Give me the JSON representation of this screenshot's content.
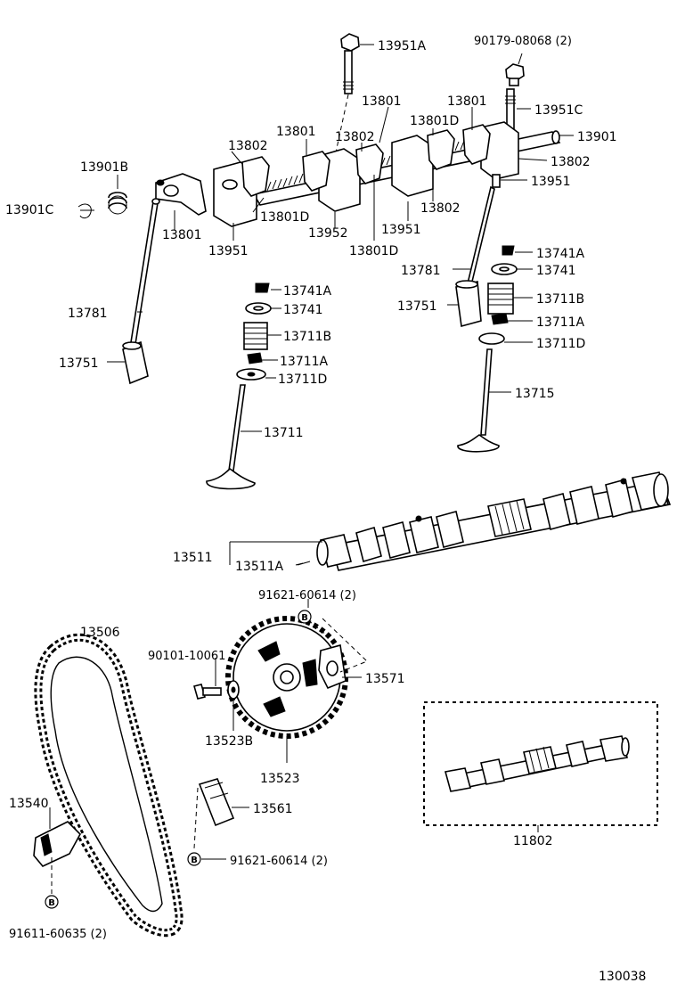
{
  "labels": {
    "l13951A": "13951A",
    "l90179": "90179-08068 (2)",
    "l13951C": "13951C",
    "l13901": "13901",
    "l13802_r": "13802",
    "l13951_r": "13951",
    "l13801_a": "13801",
    "l13801_b": "13801",
    "l13801_c": "13801",
    "l13801D_t": "13801D",
    "l13802_a": "13802",
    "l13802_b": "13802",
    "l13802_c": "13802",
    "l13901B": "13901B",
    "l13901C": "13901C",
    "l13801_left": "13801",
    "l13951_left": "13951",
    "l13801D_a": "13801D",
    "l13952": "13952",
    "l13951_mid": "13951",
    "l13801D_b": "13801D",
    "l13741A_r": "13741A",
    "l13741_r": "13741",
    "l13781_r": "13781",
    "l13711B_r": "13711B",
    "l13751_r": "13751",
    "l13711A_r": "13711A",
    "l13711D_r": "13711D",
    "l13715": "13715",
    "l13741A_l": "13741A",
    "l13741_l": "13741",
    "l13781_l": "13781",
    "l13711B_l": "13711B",
    "l13751_l": "13751",
    "l13711A_l": "13711A",
    "l13711D_l": "13711D",
    "l13711": "13711",
    "l13511": "13511",
    "l13511A": "13511A",
    "l91621_a": "91621-60614 (2)",
    "l13506": "13506",
    "l90101": "90101-10061",
    "l13571": "13571",
    "l13523B": "13523B",
    "l13523": "13523",
    "l13540": "13540",
    "l13561": "13561",
    "l91621_b": "91621-60614 (2)",
    "l91611": "91611-60635 (2)",
    "l11802": "11802",
    "l130038": "130038"
  },
  "markers": {
    "b1": "B",
    "b2": "B",
    "b3": "B"
  }
}
